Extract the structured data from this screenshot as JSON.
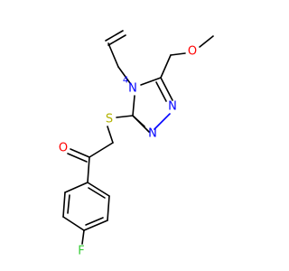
{
  "molecule": {
    "atoms": {
      "o_ether": {
        "label": "O",
        "color": "#ff0000"
      },
      "n4": {
        "label": "N",
        "color": "#0000ff"
      },
      "n_a": {
        "label": "N",
        "color": "#0000ff"
      },
      "n_b": {
        "label": "N",
        "color": "#0000ff"
      },
      "s": {
        "label": "S",
        "color": "#b2b200"
      },
      "o_carbonyl": {
        "label": "O",
        "color": "#ff0000"
      },
      "f": {
        "label": "F",
        "color": "#33cc33"
      }
    },
    "locant": "4"
  }
}
